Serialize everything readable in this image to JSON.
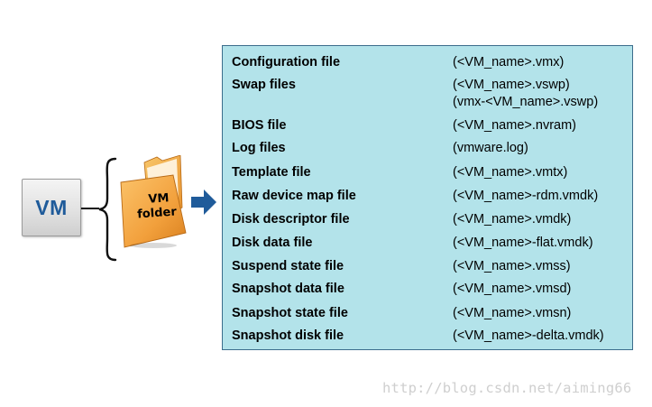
{
  "vm_box": {
    "label": "VM"
  },
  "folder": {
    "label_line1": "VM",
    "label_line2": "folder"
  },
  "files": [
    {
      "name": "Configuration file",
      "extensions": [
        "(<VM_name>.vmx)"
      ]
    },
    {
      "name": "Swap files",
      "extensions": [
        "(<VM_name>.vswp)",
        "(vmx-<VM_name>.vswp)"
      ]
    },
    {
      "name": "BIOS file",
      "extensions": [
        "(<VM_name>.nvram)"
      ]
    },
    {
      "name": "Log files",
      "extensions": [
        "(vmware.log)"
      ]
    },
    {
      "name": "Template file",
      "extensions": [
        "(<VM_name>.vmtx)"
      ]
    },
    {
      "name": "Raw device map file",
      "extensions": [
        "(<VM_name>-rdm.vmdk)"
      ]
    },
    {
      "name": "Disk descriptor file",
      "extensions": [
        "(<VM_name>.vmdk)"
      ]
    },
    {
      "name": "Disk data file",
      "extensions": [
        "(<VM_name>-flat.vmdk)"
      ]
    },
    {
      "name": "Suspend state file",
      "extensions": [
        "(<VM_name>.vmss)"
      ]
    },
    {
      "name": "Snapshot data file",
      "extensions": [
        "(<VM_name>.vmsd)"
      ]
    },
    {
      "name": "Snapshot state file",
      "extensions": [
        "(<VM_name>.vmsn)"
      ]
    },
    {
      "name": "Snapshot disk file",
      "extensions": [
        "(<VM_name>-delta.vmdk)"
      ]
    }
  ],
  "watermark": "http://blog.csdn.net/aiming66",
  "colors": {
    "panel_fill": "#b3e3ea",
    "panel_border": "#3c6d8c",
    "vm_text": "#1f5b9a",
    "arrow": "#1f5b9a",
    "folder_orange": "#f3a43a"
  }
}
